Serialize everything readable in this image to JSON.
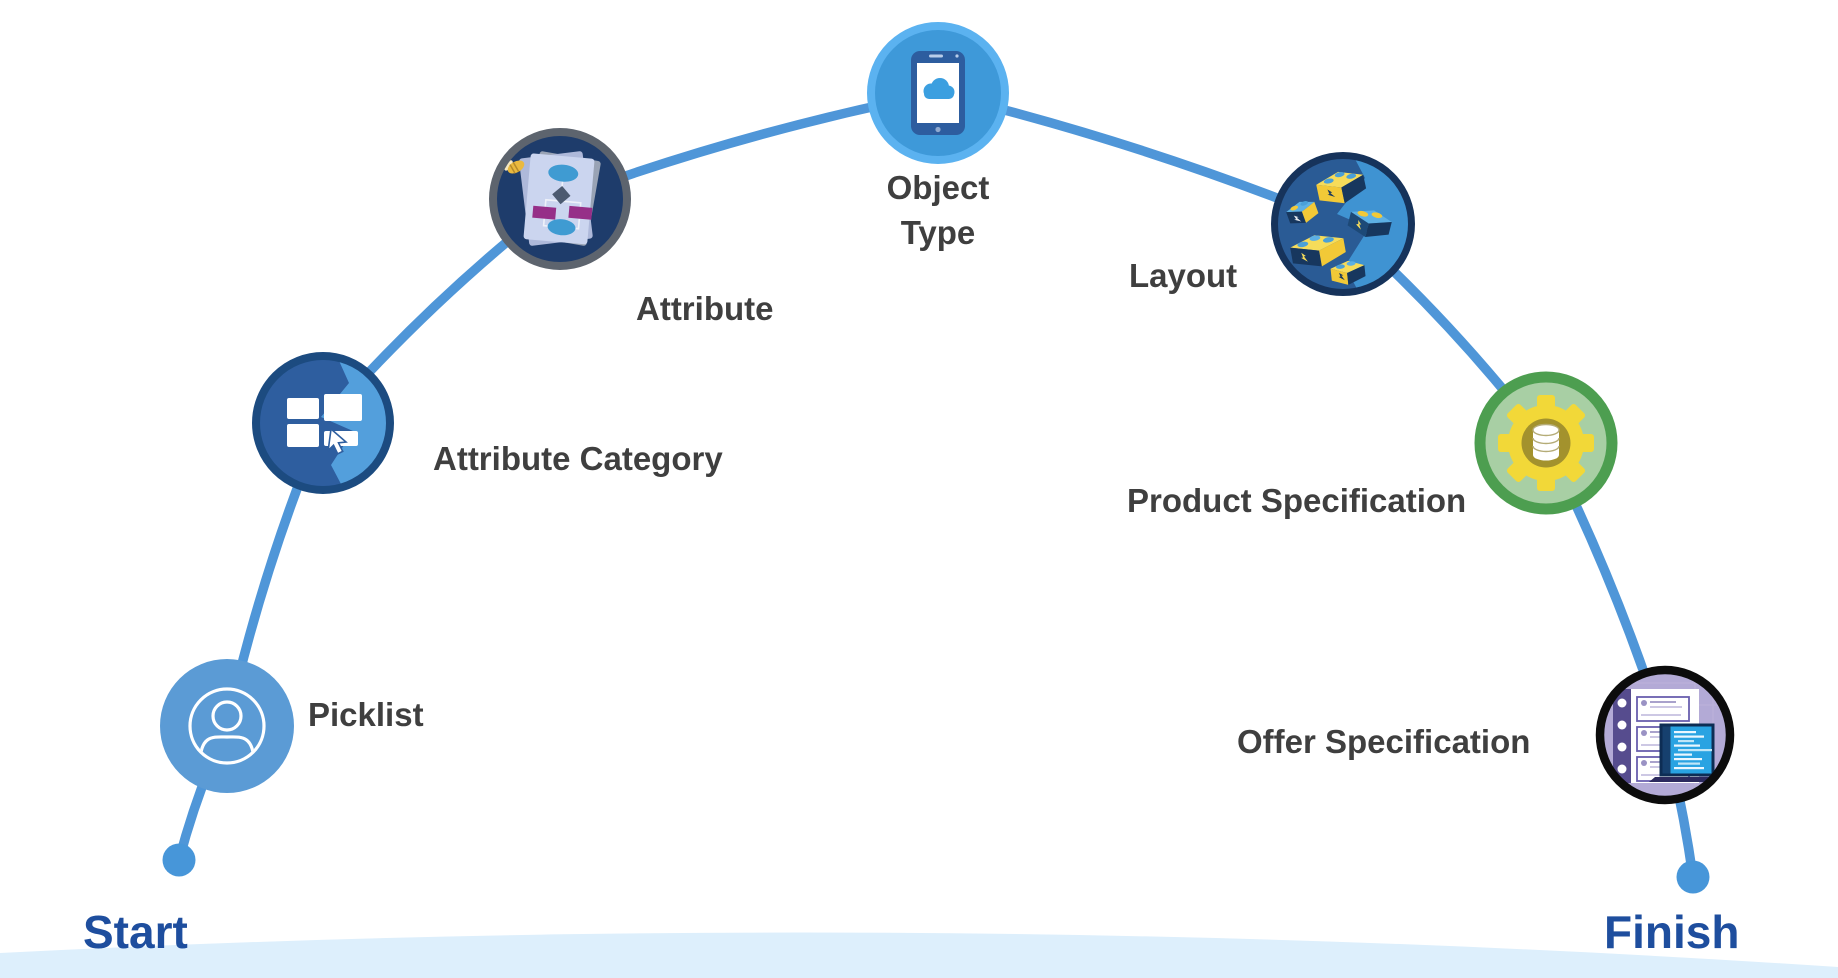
{
  "journey": {
    "start_label": "Start",
    "finish_label": "Finish",
    "nodes": [
      {
        "id": "picklist",
        "label": "Picklist",
        "icon": "user-avatar-icon"
      },
      {
        "id": "attribute-category",
        "label": "Attribute Category",
        "icon": "window-layout-cursor-icon"
      },
      {
        "id": "attribute",
        "label": "Attribute",
        "icon": "flowchart-document-icon"
      },
      {
        "id": "object-type",
        "label": "Object Type",
        "icon": "mobile-phone-cloud-icon"
      },
      {
        "id": "layout",
        "label": "Layout",
        "icon": "building-blocks-icon"
      },
      {
        "id": "product-specification",
        "label": "Product Specification",
        "icon": "gear-database-icon"
      },
      {
        "id": "offer-specification",
        "label": "Offer Specification",
        "icon": "checklist-laptop-icon"
      }
    ],
    "colors": {
      "path_blue": "#4f96d8",
      "endpoint_dot": "#4796d9",
      "endpoint_text": "#1e4e9e",
      "node_label_text": "#3f3f3f",
      "bottom_band": "#ddeffc",
      "picklist_circle": "#5b9bd5",
      "attribute_category_ring": "#1c4b80",
      "attribute_ring": "#5d646e",
      "object_type_ring": "#5bb2f0",
      "layout_ring": "#16335b",
      "product_specification_ring": "#4d9e50",
      "offer_specification_ring": "#0c0c0c"
    }
  }
}
